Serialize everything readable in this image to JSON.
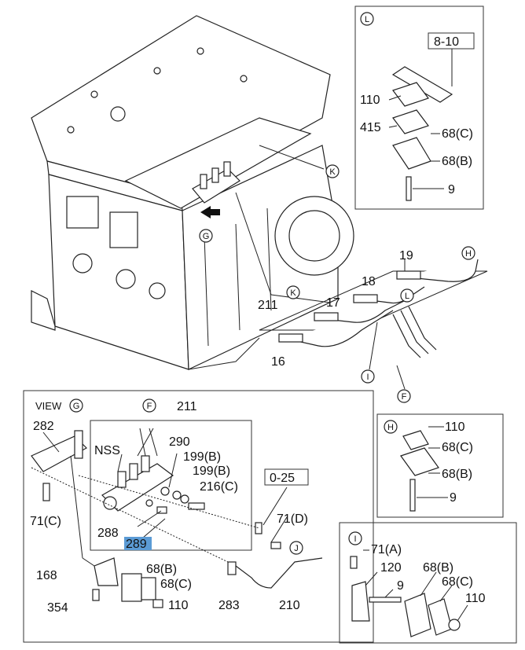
{
  "engine": {
    "labels": {
      "k": "K",
      "g": "G",
      "p211": "211"
    }
  },
  "detail_L": {
    "circle": "L",
    "ref": "8-10",
    "parts": {
      "p110": "110",
      "p415": "415",
      "p68c": "68(C)",
      "p68b": "68(B)",
      "p9": "9"
    }
  },
  "pipes": {
    "labels": {
      "p19": "19",
      "p18": "18",
      "p17": "17",
      "p16": "16",
      "k": "K",
      "h": "H",
      "l": "L",
      "i": "I",
      "f": "F"
    }
  },
  "view_G": {
    "title": "VIEW",
    "circle": "G",
    "labels": {
      "p282": "282",
      "p211": "211",
      "f": "F",
      "nss": "NSS",
      "p290": "290",
      "p199b1": "199(B)",
      "p199b2": "199(B)",
      "p216c": "216(C)",
      "ref": "0-25",
      "p71c": "71(C)",
      "p71d": "71(D)",
      "p288": "288",
      "p289": "289",
      "j": "J",
      "p168": "168",
      "p68b": "68(B)",
      "p68c": "68(C)",
      "p354": "354",
      "p110": "110",
      "p283": "283",
      "p210": "210"
    },
    "highlight_color": "#5b9bd5"
  },
  "detail_H": {
    "circle": "H",
    "parts": {
      "p110": "110",
      "p68c": "68(C)",
      "p68b": "68(B)",
      "p9": "9"
    }
  },
  "detail_I": {
    "circle": "I",
    "parts": {
      "p71a": "71(A)",
      "p120": "120",
      "p9": "9",
      "p68b": "68(B)",
      "p68c": "68(C)",
      "p110": "110"
    }
  }
}
